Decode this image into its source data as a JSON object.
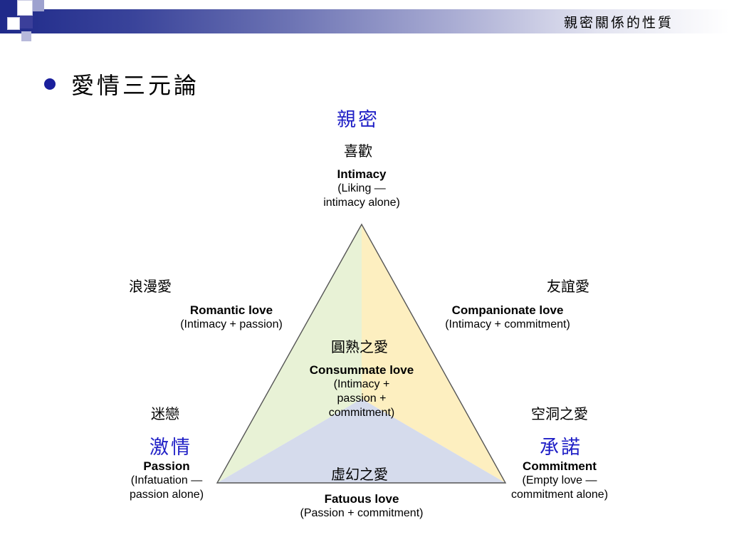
{
  "header": {
    "title": "親密關係的性質"
  },
  "bullet": {
    "text": "愛情三元論"
  },
  "colors": {
    "header_dark": "#1f2a8a",
    "accent_blue_text": "#1f1fc6",
    "bullet": "#1a1f9c",
    "region_green": "#e8f2d6",
    "region_yellow": "#fdefc0",
    "region_blue": "#d5dbec",
    "triangle_edge": "#555555"
  },
  "diagram": {
    "top": {
      "cjk_main": "親密",
      "cjk_sub": "喜歡",
      "en_title": "Intimacy",
      "en_line1": "(Liking —",
      "en_line2": "intimacy alone)"
    },
    "left_side": {
      "cjk": "浪漫愛",
      "en_title": "Romantic love",
      "en_sub": "(Intimacy + passion)"
    },
    "right_side": {
      "cjk": "友誼愛",
      "en_title": "Companionate love",
      "en_sub": "(Intimacy + commitment)"
    },
    "center": {
      "cjk": "圓熟之愛",
      "en_title": "Consummate love",
      "en_line1": "(Intimacy +",
      "en_line2": "passion +",
      "en_line3": "commitment)"
    },
    "bottom_left": {
      "cjk_sub": "迷戀",
      "cjk_main": "激情",
      "en_title": "Passion",
      "en_line1": "(Infatuation —",
      "en_line2": "passion alone)"
    },
    "bottom_right": {
      "cjk_sub": "空洞之愛",
      "cjk_main": "承諾",
      "en_title": "Commitment",
      "en_line1": "(Empty love —",
      "en_line2": "commitment alone)"
    },
    "bottom": {
      "cjk": "虛幻之愛",
      "en_title": "Fatuous love",
      "en_sub": "(Passion + commitment)"
    }
  }
}
